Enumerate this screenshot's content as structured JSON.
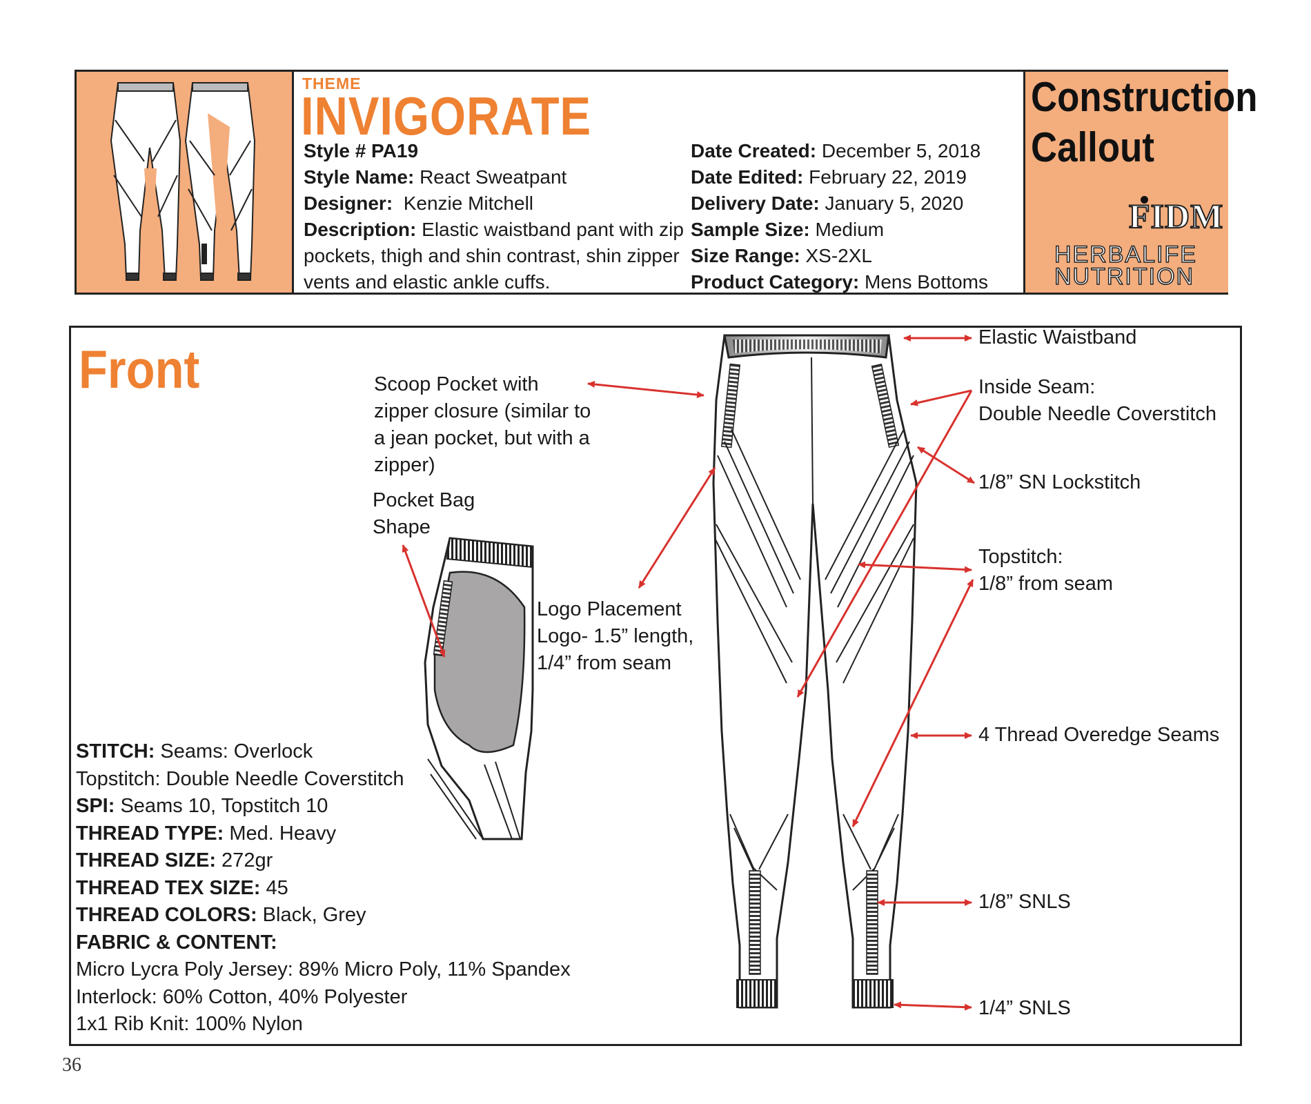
{
  "header": {
    "theme_label": "THEME",
    "theme_name": "INVIGORATE",
    "left": {
      "style_no_label": "Style #",
      "style_no": " PA19",
      "style_name_label": "Style Name:",
      "style_name": " React Sweatpant",
      "designer_label": "Designer:",
      "designer": "  Kenzie Mitchell",
      "description_label": "Description:",
      "description": " Elastic waistband pant with zip pockets, thigh and shin contrast, shin zipper vents and elastic ankle cuffs."
    },
    "right": {
      "date_created_label": "Date Created:",
      "date_created": " December 5, 2018",
      "date_edited_label": "Date Edited:",
      "date_edited": " February 22, 2019",
      "delivery_date_label": "Delivery Date:",
      "delivery_date": " January 5, 2020",
      "sample_size_label": "Sample Size:",
      "sample_size": " Medium",
      "size_range_label": "Size Range:",
      "size_range": " XS-2XL",
      "product_category_label": "Product Category:",
      "product_category": " Mens Bottoms"
    },
    "callout_title_line1": "Construction",
    "callout_title_line2": "Callout",
    "logo_fidm": "FIDM",
    "logo_herbalife_line1": "HERBALIFE",
    "logo_herbalife_line2": "NUTRITION"
  },
  "main": {
    "view_title": "Front",
    "callouts": {
      "scoop_pocket": [
        "Scoop Pocket with",
        "zipper closure (similar to",
        "a jean pocket, but with a",
        "zipper)"
      ],
      "pocket_bag": [
        "Pocket Bag",
        "Shape"
      ],
      "logo_placement": [
        "Logo Placement",
        "Logo- 1.5” length,",
        "1/4” from seam"
      ],
      "elastic_waistband": [
        "Elastic Waistband"
      ],
      "inside_seam": [
        "Inside Seam:",
        "Double Needle Coverstitch"
      ],
      "sn_lockstitch": [
        "1/8” SN Lockstitch"
      ],
      "topstitch": [
        "Topstitch:",
        "1/8” from seam"
      ],
      "overedge": [
        "4 Thread Overedge Seams"
      ],
      "snls_18": [
        "1/8” SNLS"
      ],
      "snls_14": [
        "1/4” SNLS"
      ]
    },
    "specs": {
      "stitch_label": "STITCH:",
      "stitch": " Seams: Overlock",
      "topstitch_line": "Topstitch: Double Needle Coverstitch",
      "spi_label": "SPI:",
      "spi": " Seams 10, Topstitch 10",
      "thread_type_label": "THREAD TYPE:",
      "thread_type": " Med. Heavy",
      "thread_size_label": "THREAD SIZE:",
      "thread_size": " 272gr",
      "thread_tex_label": "THREAD TEX SIZE:",
      "thread_tex": " 45",
      "thread_colors_label": "THREAD COLORS:",
      "thread_colors": " Black, Grey",
      "fabric_label": "FABRIC & CONTENT:",
      "fabric_1": "Micro Lycra Poly Jersey: 89% Micro Poly, 11% Spandex",
      "fabric_2": "Interlock: 60% Cotton, 40% Polyester",
      "fabric_3": "1x1 Rib Knit: 100% Nylon"
    }
  },
  "page_number": "36",
  "colors": {
    "accent_orange": "#ee8132",
    "panel_peach": "#f4ad7d",
    "arrow_red": "#d8322e",
    "pocket_grey": "#a8a6a6"
  }
}
